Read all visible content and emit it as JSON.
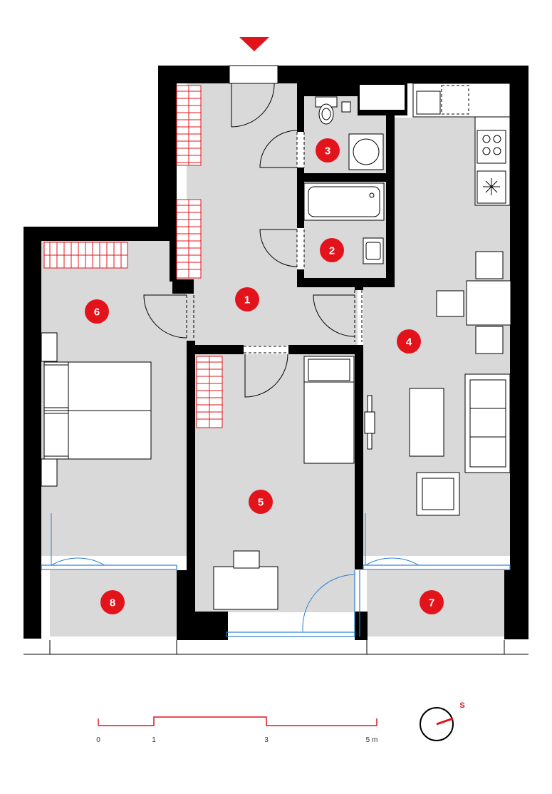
{
  "colors": {
    "wall": "#000000",
    "floor": "#d9d9d9",
    "accent": "#e3131b",
    "window": "#2a7fd1",
    "furniture_fill": "#ffffff",
    "furniture_stroke": "#000000"
  },
  "entrance_marker": "entrance-arrow-icon",
  "rooms": [
    {
      "number": "1"
    },
    {
      "number": "2"
    },
    {
      "number": "3"
    },
    {
      "number": "4"
    },
    {
      "number": "5"
    },
    {
      "number": "6"
    },
    {
      "number": "7"
    },
    {
      "number": "8"
    }
  ],
  "scale_bar": {
    "ticks": [
      "0",
      "1",
      "3",
      "5 m"
    ]
  },
  "compass": {
    "label": "S",
    "icon": "compass-icon"
  }
}
